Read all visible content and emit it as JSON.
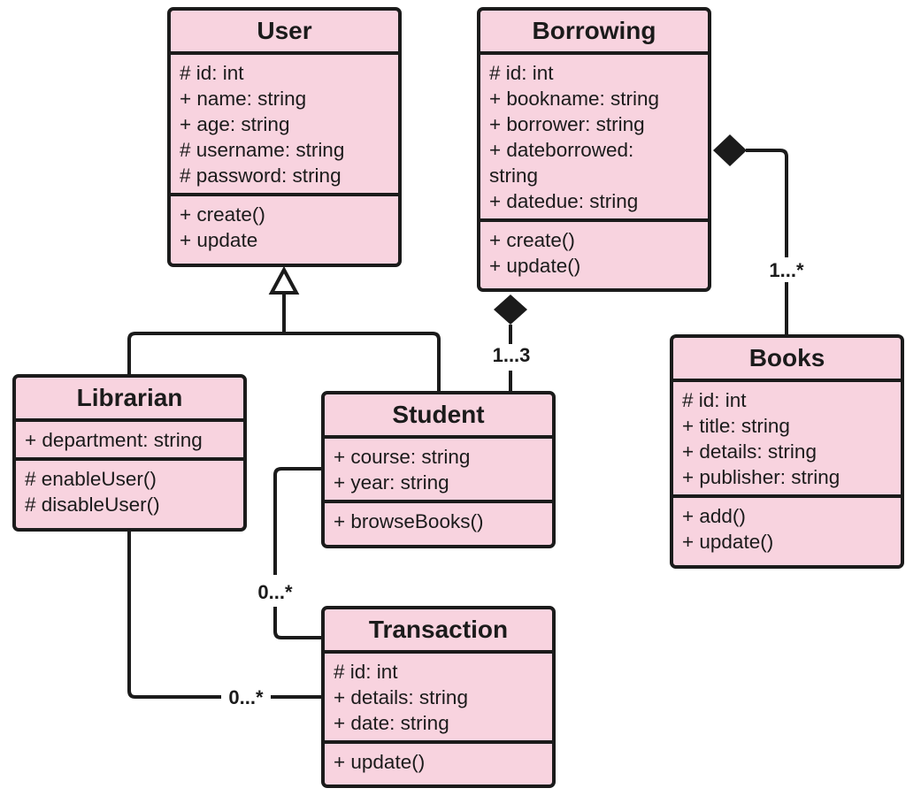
{
  "classes": {
    "user": {
      "name": "User",
      "attributes": [
        "# id: int",
        "+ name: string",
        "+ age: string",
        "# username: string",
        "# password: string"
      ],
      "methods": [
        "+ create()",
        "+ update"
      ]
    },
    "borrowing": {
      "name": "Borrowing",
      "attributes": [
        "# id: int",
        "+ bookname: string",
        "+ borrower: string",
        "+ dateborrowed:\nstring",
        "+ datedue: string"
      ],
      "methods": [
        "+ create()",
        "+ update()"
      ]
    },
    "librarian": {
      "name": "Librarian",
      "attributes": [
        "+ department: string"
      ],
      "methods": [
        "# enableUser()",
        "# disableUser()"
      ]
    },
    "student": {
      "name": "Student",
      "attributes": [
        "+ course: string",
        "+ year: string"
      ],
      "methods": [
        "+ browseBooks()"
      ]
    },
    "books": {
      "name": "Books",
      "attributes": [
        "# id: int",
        "+ title: string",
        "+ details: string",
        "+ publisher: string"
      ],
      "methods": [
        "+ add()",
        "+ update()"
      ]
    },
    "transaction": {
      "name": "Transaction",
      "attributes": [
        "# id: int",
        "+ details: string",
        "+ date: string"
      ],
      "methods": [
        "+ update()"
      ]
    }
  },
  "relationships": {
    "user_generalization": {
      "type": "generalization",
      "parent": "User",
      "children": [
        "Librarian",
        "Student"
      ]
    },
    "borrowing_student": {
      "type": "composition",
      "whole": "Borrowing",
      "part": "Student",
      "multiplicity": "1...3"
    },
    "borrowing_books": {
      "type": "composition",
      "whole": "Borrowing",
      "part": "Books",
      "multiplicity": "1...*"
    },
    "student_transaction": {
      "type": "association",
      "from": "Student",
      "to": "Transaction",
      "multiplicity": "0...*"
    },
    "librarian_transaction": {
      "type": "association",
      "from": "Librarian",
      "to": "Transaction",
      "multiplicity": "0...*"
    }
  },
  "colors": {
    "class_fill": "#f8d3df",
    "line": "#1b1b1b",
    "background": "#ffffff"
  }
}
